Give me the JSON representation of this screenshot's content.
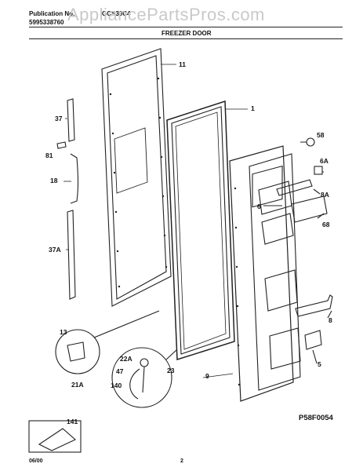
{
  "header": {
    "publication_label": "Publication No.",
    "publication_number": "5995338760",
    "model": "GCS30C4",
    "section_title": "FREEZER DOOR",
    "watermark": "AppliancePartsPros.com"
  },
  "callouts": {
    "c11": "11",
    "c1": "1",
    "c37": "37",
    "c81": "81",
    "c18": "18",
    "c37a": "37A",
    "c58": "58",
    "c6a": "6A",
    "c8a": "8A",
    "c6": "6",
    "c68": "68",
    "c8": "8",
    "c5": "5",
    "c9": "9",
    "c13": "13",
    "c21a": "21A",
    "c22a": "22A",
    "c47": "47",
    "c23": "23",
    "c140": "140",
    "c141": "141"
  },
  "diagram_code": "P58F0054",
  "footer": {
    "date": "06/00",
    "page_number": "2"
  }
}
